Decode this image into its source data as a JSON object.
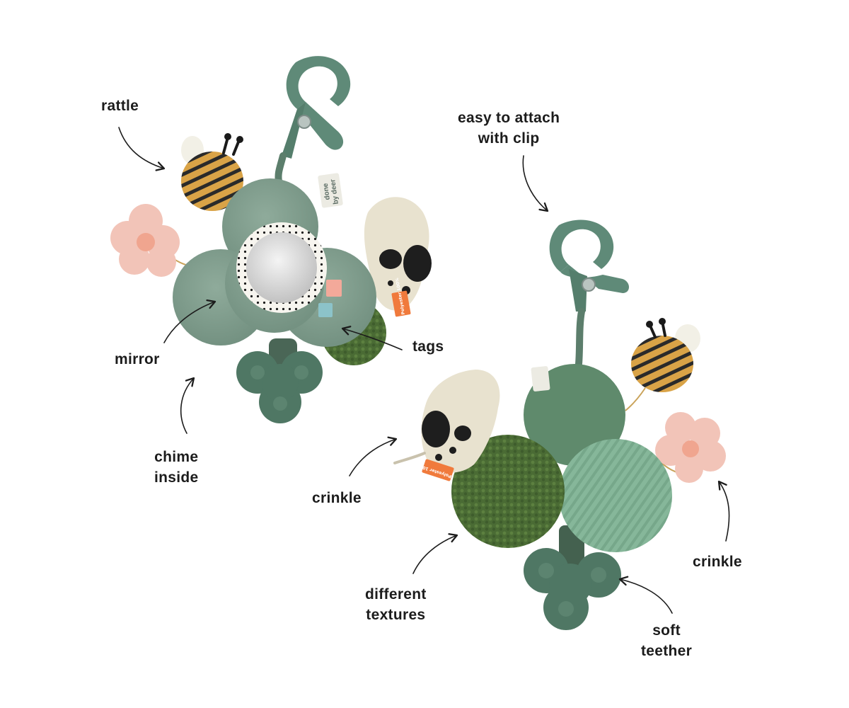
{
  "labels": {
    "rattle": "rattle",
    "mirror": "mirror",
    "chime_inside": [
      "chime",
      "inside"
    ],
    "tags": "tags",
    "easy_to_attach": [
      "easy to attach",
      "with clip"
    ],
    "crinkle_left": "crinkle",
    "crinkle_right": "crinkle",
    "different_textures": [
      "different",
      "textures"
    ],
    "soft_teether": [
      "soft",
      "teether"
    ]
  },
  "product_text": {
    "brand_line_1": "done",
    "brand_line_2": "by deer",
    "tag_text": "Polyester 100%"
  },
  "colors": {
    "background": "#ffffff",
    "label_text": "#1c1c1c",
    "sage_plush": "#7f9c8c",
    "clip_green": "#5f8a78",
    "teether_green": "#4f7764",
    "chenille_green": "#4a6b34",
    "corduroy_mint": "#86b79a",
    "bee_mustard": "#d9a347",
    "flower_pink": "#f2c4b8",
    "cow_cream": "#e8e2cf",
    "tag_orange": "#f07a3c",
    "tab_pink": "#f3a99a",
    "tab_blue": "#8cc3c9"
  }
}
